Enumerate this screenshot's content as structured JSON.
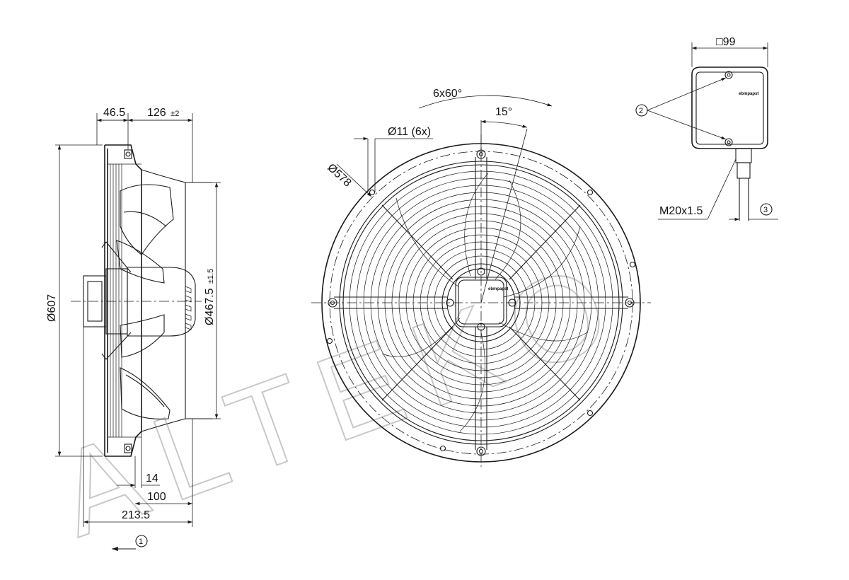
{
  "watermark": "ALTEKO",
  "brand_logo": "ebmpapst",
  "side_view": {
    "dims": {
      "d_607": "Ø607",
      "d_467": "Ø467.5",
      "d_467_tol": "±1.5",
      "w_46": "46.5",
      "w_126": "126",
      "w_126_tol": "±2",
      "w_14": "14",
      "w_100": "100",
      "w_213": "213.5"
    },
    "airflow_marker": "1"
  },
  "front_view": {
    "dims": {
      "angle_6x60": "6x60°",
      "angle_15": "15°",
      "hole": "Ø11 (6x)",
      "d_578": "Ø578"
    }
  },
  "terminal_box": {
    "dims": {
      "square_99": "□99",
      "gland": "M20x1.5"
    },
    "markers": {
      "screws": "2",
      "cable": "3"
    }
  }
}
